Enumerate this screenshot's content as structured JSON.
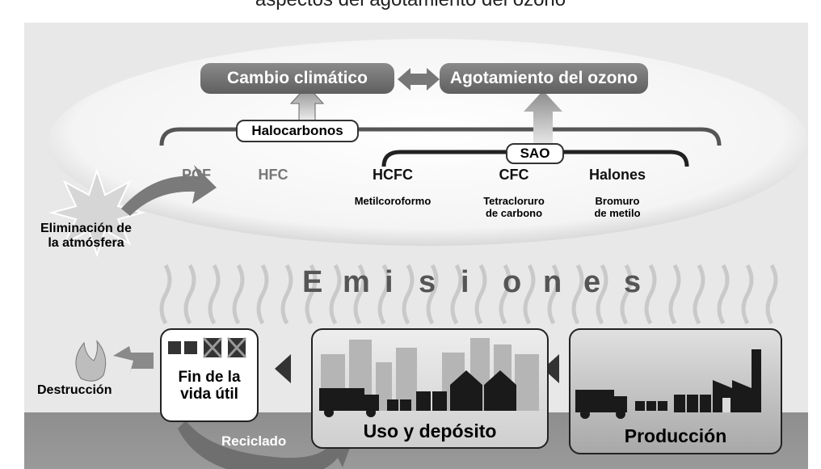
{
  "title": "aspectos del agotamiento del ozono",
  "top": {
    "climate_change": "Cambio climático",
    "ozone_depletion": "Agotamiento del ozono",
    "halocarbons": "Halocarbonos",
    "sao": "SAO"
  },
  "gases": [
    "PCF",
    "HFC",
    "HCFC",
    "CFC",
    "Halones"
  ],
  "sub_gases": [
    "Metilcoroformo",
    "Tetracloruro\nde carbono",
    "Bromuro\nde metilo"
  ],
  "removal": "Eliminación de\nla atmósfera",
  "emissions_letters": [
    "E",
    "m",
    "i",
    "s",
    "i",
    "o",
    "n",
    "e",
    "s"
  ],
  "stages": {
    "end_of_life": "Fin de la\nvida útil",
    "use": "Uso y depósito",
    "production": "Producción"
  },
  "destruction": "Destrucción",
  "recycling": "Reciclado"
}
